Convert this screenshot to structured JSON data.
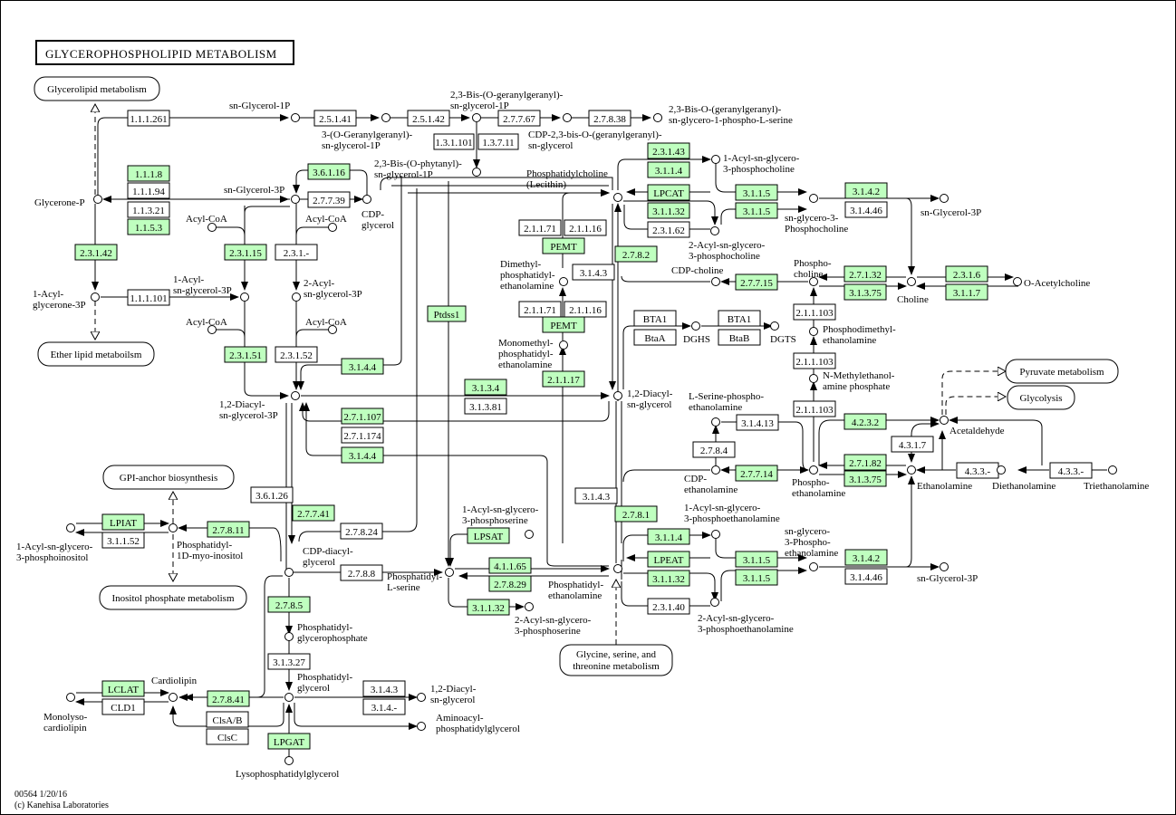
{
  "title": "GLYCEROPHOSPHOLIPID METABOLISM",
  "footer": {
    "id_date": "00564 1/20/16",
    "copyright": "(c) Kanehisa Laboratories"
  },
  "colors": {
    "gene_highlight": "#bfffbf",
    "plain_box": "#ffffff",
    "line": "#000000"
  },
  "pathways": [
    "Glycerolipid metabolism",
    "Ether lipid metaboilsm",
    "GPI-anchor biosynthesis",
    "Inositol phosphate metabolism",
    "Glycine, serine, and threonine metabolism",
    "Pyruvate metabolism",
    "Glycolysis"
  ],
  "compounds": [
    "sn-Glycerol-1P",
    "3-(O-Geranylgeranyl)-sn-glycerol-1P",
    "2,3-Bis-(O-geranylgeranyl)-sn-glycerol-1P",
    "CDP-2,3-bis-O-(geranylgeranyl)-sn-glycerol",
    "2,3-Bis-O-(geranylgeranyl)-sn-glycero-1-phospho-L-serine",
    "2,3-Bis-(O-phytanyl)-sn-glycerol-1P",
    "Glycerone-P",
    "sn-Glycerol-3P",
    "CDP-glycerol",
    "Acyl-CoA",
    "Acyl-CoA",
    "1-Acyl-glycerone-3P",
    "1-Acyl-sn-glycerol-3P",
    "2-Acyl-sn-glycerol-3P",
    "Acyl-CoA",
    "Acyl-CoA",
    "1,2-Diacyl-sn-glycerol-3P",
    "Phosphatidylcholine (Lecithin)",
    "1-Acyl-sn-glycero-3-phosphocholine",
    "sn-glycero-3-Phosphocholine",
    "sn-Glycerol-3P",
    "2-Acyl-sn-glycero-3-phosphocholine",
    "Dimethyl-phosphatidyl-ethanolamine",
    "Monomethyl-phosphatidyl-ethanolamine",
    "CDP-choline",
    "Phospho-choline",
    "Choline",
    "O-Acetylcholine",
    "DGHS",
    "DGTS",
    "Phosphodimethyl-ethanolamine",
    "N-Methylethanol-amine phosphate",
    "1,2-Diacyl-sn-glycerol",
    "L-Serine-phospho-ethanolamine",
    "Acetaldehyde",
    "CDP-ethanolamine",
    "Phospho-ethanolamine",
    "Ethanolamine",
    "Diethanolamine",
    "Triethanolamine",
    "1-Acyl-sn-glycero-3-phosphoinositol",
    "Phosphatidyl-1D-myo-inositol",
    "CDP-diacyl-glycerol",
    "1-Acyl-sn-glycero-3-phosphoserine",
    "Phosphatidyl-L-serine",
    "2-Acyl-sn-glycero-3-phosphoserine",
    "Phosphatidyl-ethanolamine",
    "1-Acyl-sn-glycero-3-phosphoethanolamine",
    "sn-glycero-3-Phospho-ethanolamine",
    "sn-Glycerol-3P",
    "2-Acyl-sn-glycero-3-phosphoethanolamine",
    "Phosphatidyl-glycerophosphate",
    "Phosphatidyl-glycerol",
    "Cardiolipin",
    "Monolyso-cardiolipin",
    "1,2-Diacyl-sn-glycerol",
    "Aminoacyl-phosphatidylglycerol",
    "Lysophosphatidylglycerol"
  ],
  "enzymes": [
    {
      "label": "1.1.1.261",
      "highlight": false
    },
    {
      "label": "2.5.1.41",
      "highlight": false
    },
    {
      "label": "2.5.1.42",
      "highlight": false
    },
    {
      "label": "2.7.7.67",
      "highlight": false
    },
    {
      "label": "2.7.8.38",
      "highlight": false
    },
    {
      "label": "1.3.1.101",
      "highlight": false
    },
    {
      "label": "1.3.7.11",
      "highlight": false
    },
    {
      "label": "1.1.1.8",
      "highlight": true
    },
    {
      "label": "1.1.1.94",
      "highlight": false
    },
    {
      "label": "1.1.3.21",
      "highlight": false
    },
    {
      "label": "1.1.5.3",
      "highlight": true
    },
    {
      "label": "3.6.1.16",
      "highlight": true
    },
    {
      "label": "2.7.7.39",
      "highlight": false
    },
    {
      "label": "2.3.1.42",
      "highlight": true
    },
    {
      "label": "2.3.1.15",
      "highlight": true
    },
    {
      "label": "2.3.1.-",
      "highlight": false
    },
    {
      "label": "1.1.1.101",
      "highlight": false
    },
    {
      "label": "2.3.1.51",
      "highlight": true
    },
    {
      "label": "2.3.1.52",
      "highlight": false
    },
    {
      "label": "3.1.4.4",
      "highlight": true
    },
    {
      "label": "2.3.1.43",
      "highlight": true
    },
    {
      "label": "3.1.1.4",
      "highlight": true
    },
    {
      "label": "LPCAT",
      "highlight": true
    },
    {
      "label": "3.1.1.32",
      "highlight": true
    },
    {
      "label": "2.3.1.62",
      "highlight": false
    },
    {
      "label": "3.1.1.5",
      "highlight": true
    },
    {
      "label": "3.1.1.5",
      "highlight": true
    },
    {
      "label": "3.1.4.2",
      "highlight": true
    },
    {
      "label": "3.1.4.46",
      "highlight": false
    },
    {
      "label": "2.1.1.71",
      "highlight": false
    },
    {
      "label": "2.1.1.16",
      "highlight": false
    },
    {
      "label": "PEMT",
      "highlight": true
    },
    {
      "label": "2.7.8.2",
      "highlight": true
    },
    {
      "label": "3.1.4.3",
      "highlight": false
    },
    {
      "label": "2.7.7.15",
      "highlight": true
    },
    {
      "label": "2.7.1.32",
      "highlight": true
    },
    {
      "label": "3.1.3.75",
      "highlight": true
    },
    {
      "label": "2.3.1.6",
      "highlight": true
    },
    {
      "label": "3.1.1.7",
      "highlight": true
    },
    {
      "label": "2.1.1.71",
      "highlight": false
    },
    {
      "label": "2.1.1.16",
      "highlight": false
    },
    {
      "label": "PEMT",
      "highlight": true
    },
    {
      "label": "Ptdss1",
      "highlight": true
    },
    {
      "label": "2.1.1.17",
      "highlight": true
    },
    {
      "label": "BTA1",
      "highlight": false
    },
    {
      "label": "BtaA",
      "highlight": false
    },
    {
      "label": "BTA1",
      "highlight": false
    },
    {
      "label": "BtaB",
      "highlight": false
    },
    {
      "label": "2.1.1.103",
      "highlight": false
    },
    {
      "label": "2.1.1.103",
      "highlight": false
    },
    {
      "label": "2.1.1.103",
      "highlight": false
    },
    {
      "label": "3.1.3.4",
      "highlight": true
    },
    {
      "label": "3.1.3.81",
      "highlight": false
    },
    {
      "label": "2.7.1.107",
      "highlight": true
    },
    {
      "label": "2.7.1.174",
      "highlight": false
    },
    {
      "label": "3.1.4.4",
      "highlight": true
    },
    {
      "label": "3.1.4.13",
      "highlight": false
    },
    {
      "label": "2.7.8.4",
      "highlight": false
    },
    {
      "label": "4.2.3.2",
      "highlight": true
    },
    {
      "label": "4.3.1.7",
      "highlight": false
    },
    {
      "label": "2.7.7.14",
      "highlight": true
    },
    {
      "label": "2.7.1.82",
      "highlight": true
    },
    {
      "label": "3.1.3.75",
      "highlight": true
    },
    {
      "label": "4.3.3.-",
      "highlight": false
    },
    {
      "label": "4.3.3.-",
      "highlight": false
    },
    {
      "label": "3.6.1.26",
      "highlight": false
    },
    {
      "label": "2.7.7.41",
      "highlight": true
    },
    {
      "label": "LPIAT",
      "highlight": true
    },
    {
      "label": "3.1.1.52",
      "highlight": false
    },
    {
      "label": "2.7.8.11",
      "highlight": true
    },
    {
      "label": "2.7.8.24",
      "highlight": false
    },
    {
      "label": "3.1.4.3",
      "highlight": false
    },
    {
      "label": "2.7.8.1",
      "highlight": true
    },
    {
      "label": "LPSAT",
      "highlight": true
    },
    {
      "label": "2.7.8.8",
      "highlight": false
    },
    {
      "label": "4.1.1.65",
      "highlight": true
    },
    {
      "label": "2.7.8.29",
      "highlight": true
    },
    {
      "label": "3.1.1.32",
      "highlight": true
    },
    {
      "label": "3.1.1.4",
      "highlight": true
    },
    {
      "label": "LPEAT",
      "highlight": true
    },
    {
      "label": "3.1.1.32",
      "highlight": true
    },
    {
      "label": "2.3.1.40",
      "highlight": false
    },
    {
      "label": "3.1.1.5",
      "highlight": true
    },
    {
      "label": "3.1.1.5",
      "highlight": true
    },
    {
      "label": "3.1.4.2",
      "highlight": true
    },
    {
      "label": "3.1.4.46",
      "highlight": false
    },
    {
      "label": "2.7.8.5",
      "highlight": true
    },
    {
      "label": "3.1.3.27",
      "highlight": false
    },
    {
      "label": "LCLAT",
      "highlight": true
    },
    {
      "label": "CLD1",
      "highlight": false
    },
    {
      "label": "2.7.8.41",
      "highlight": true
    },
    {
      "label": "ClsA/B",
      "highlight": false
    },
    {
      "label": "ClsC",
      "highlight": false
    },
    {
      "label": "3.1.4.3",
      "highlight": false
    },
    {
      "label": "3.1.4.-",
      "highlight": false
    },
    {
      "label": "LPGAT",
      "highlight": true
    }
  ]
}
